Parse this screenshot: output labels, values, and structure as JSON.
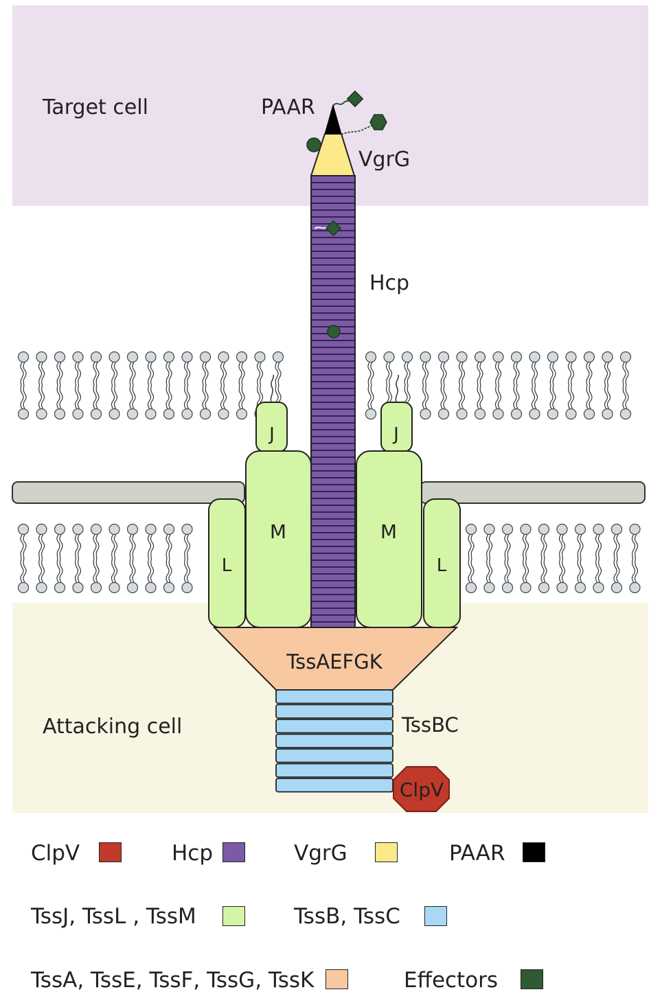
{
  "regions": {
    "target_cell": "Target cell",
    "attacking_cell": "Attacking cell"
  },
  "components": {
    "paar": "PAAR",
    "vgrg": "VgrG",
    "hcp": "Hcp",
    "tssj": "J",
    "tssm": "M",
    "tssl": "L",
    "baseplate": "TssAEFGK",
    "sheath": "TssBC",
    "clpv": "ClpV"
  },
  "legend": [
    {
      "label": "ClpV",
      "color": "#c0392b"
    },
    {
      "label": "Hcp",
      "color": "#7b5aa6"
    },
    {
      "label": "VgrG",
      "color": "#fbe98a"
    },
    {
      "label": "PAAR",
      "color": "#000000"
    },
    {
      "label": "TssJ, TssL , TssM",
      "color": "#d4f5a6"
    },
    {
      "label": "TssB, TssC",
      "color": "#a9d8f5"
    },
    {
      "label": "TssA, TssE, TssF, TssG, TssK",
      "color": "#f8c9a1"
    },
    {
      "label": "Effectors",
      "color": "#2e5a34"
    }
  ],
  "colors": {
    "target_bg": "#ece0ef",
    "attacking_bg": "#f8f6e2",
    "membrane_head": "#d4dbe0",
    "cell_wall": "#cfd2c6"
  }
}
